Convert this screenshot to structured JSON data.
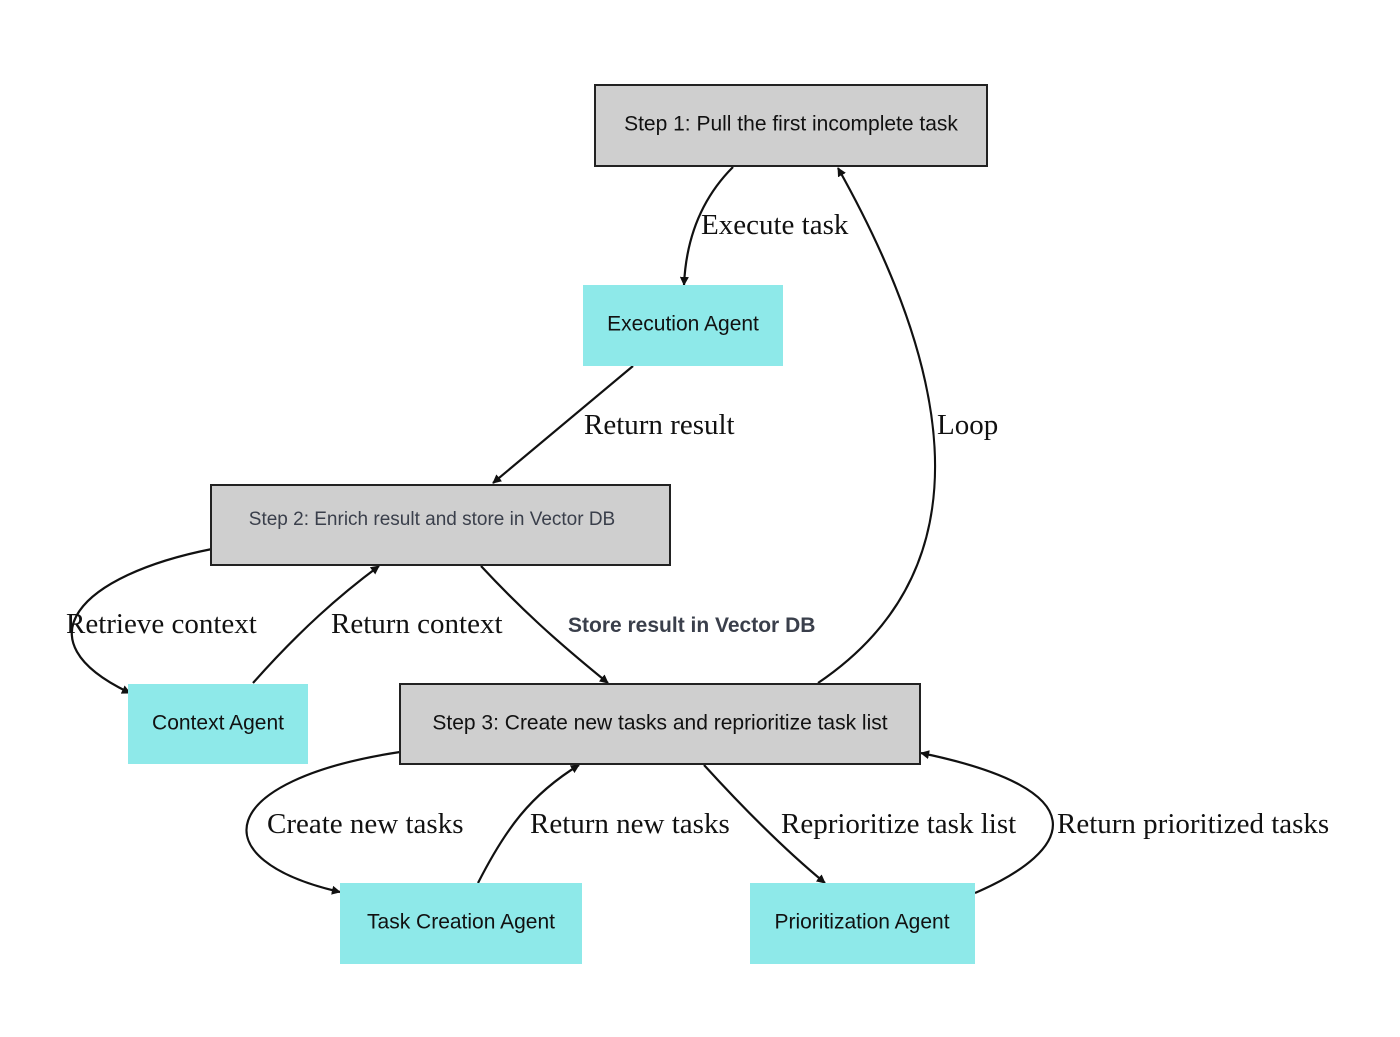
{
  "colors": {
    "step_fill": "#cfcfcf",
    "agent_fill": "#8ee9e9",
    "stroke": "#222222"
  },
  "nodes": {
    "step1": "Step 1: Pull the first incomplete task",
    "execution_agent": "Execution Agent",
    "step2": "Step 2: Enrich result and store in Vector DB",
    "context_agent": "Context Agent",
    "step3": "Step 3: Create new tasks and reprioritize task list",
    "task_creation_agent": "Task Creation Agent",
    "prioritization_agent": "Prioritization Agent"
  },
  "edges": {
    "execute_task": "Execute task",
    "return_result": "Return result",
    "loop": "Loop",
    "retrieve_context": "Retrieve context",
    "return_context": "Return context",
    "store_result": "Store result in Vector DB",
    "create_new_tasks": "Create new tasks",
    "return_new_tasks": "Return new tasks",
    "reprioritize": "Reprioritize task list",
    "return_prioritized": "Return prioritized tasks"
  }
}
